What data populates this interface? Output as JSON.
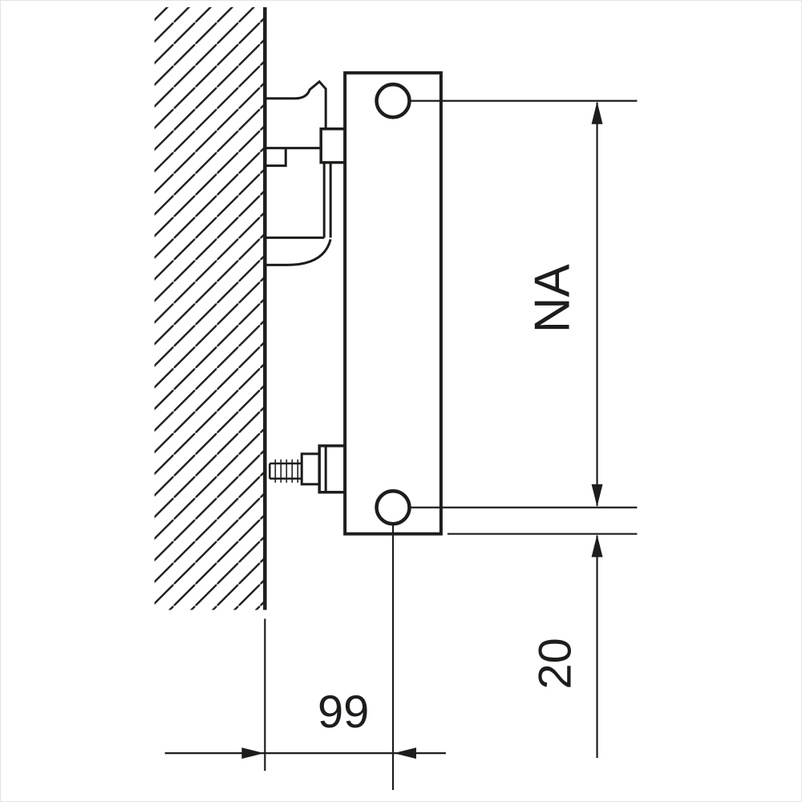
{
  "diagram": {
    "labels": {
      "hub_distance": "NA",
      "lower_edge_offset": "20",
      "wall_to_axis": "99"
    },
    "colors": {
      "line": "#1d1d1b",
      "background": "#ffffff",
      "frame": "#e4e4e4"
    }
  }
}
